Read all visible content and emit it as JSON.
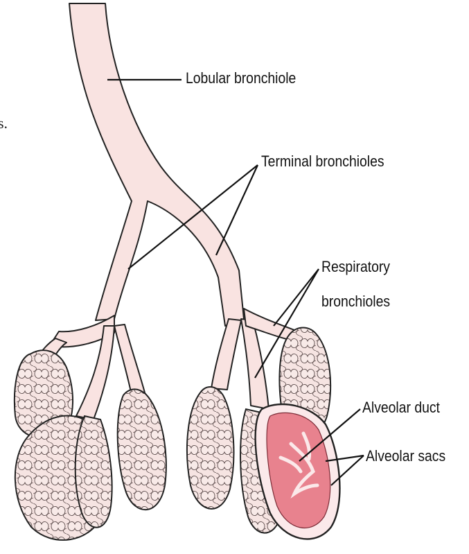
{
  "labels": {
    "lobular_bronchiole": "Lobular bronchiole",
    "terminal_bronchioles": "Terminal bronchioles",
    "respiratory_bronchioles_line1": "Respiratory",
    "respiratory_bronchioles_line2": "bronchioles",
    "alveolar_duct": "Alveolar duct",
    "alveolar_sacs": "Alveolar sacs"
  },
  "edge_fragment": "s.",
  "colors": {
    "airway_fill": "#f9e3e1",
    "outline": "#222222",
    "alveoli_fill": "#f6e4e2",
    "duct_fill": "#e8828e",
    "leader": "#111111"
  }
}
